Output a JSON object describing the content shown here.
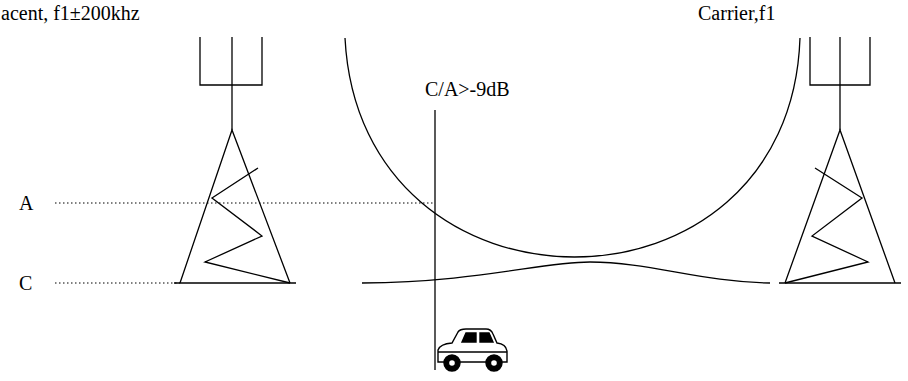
{
  "diagram": {
    "labels": [
      "acent, f1±200khz",
      "Carrier,f1",
      "C/A>-9dB",
      "A",
      "C"
    ]
  }
}
